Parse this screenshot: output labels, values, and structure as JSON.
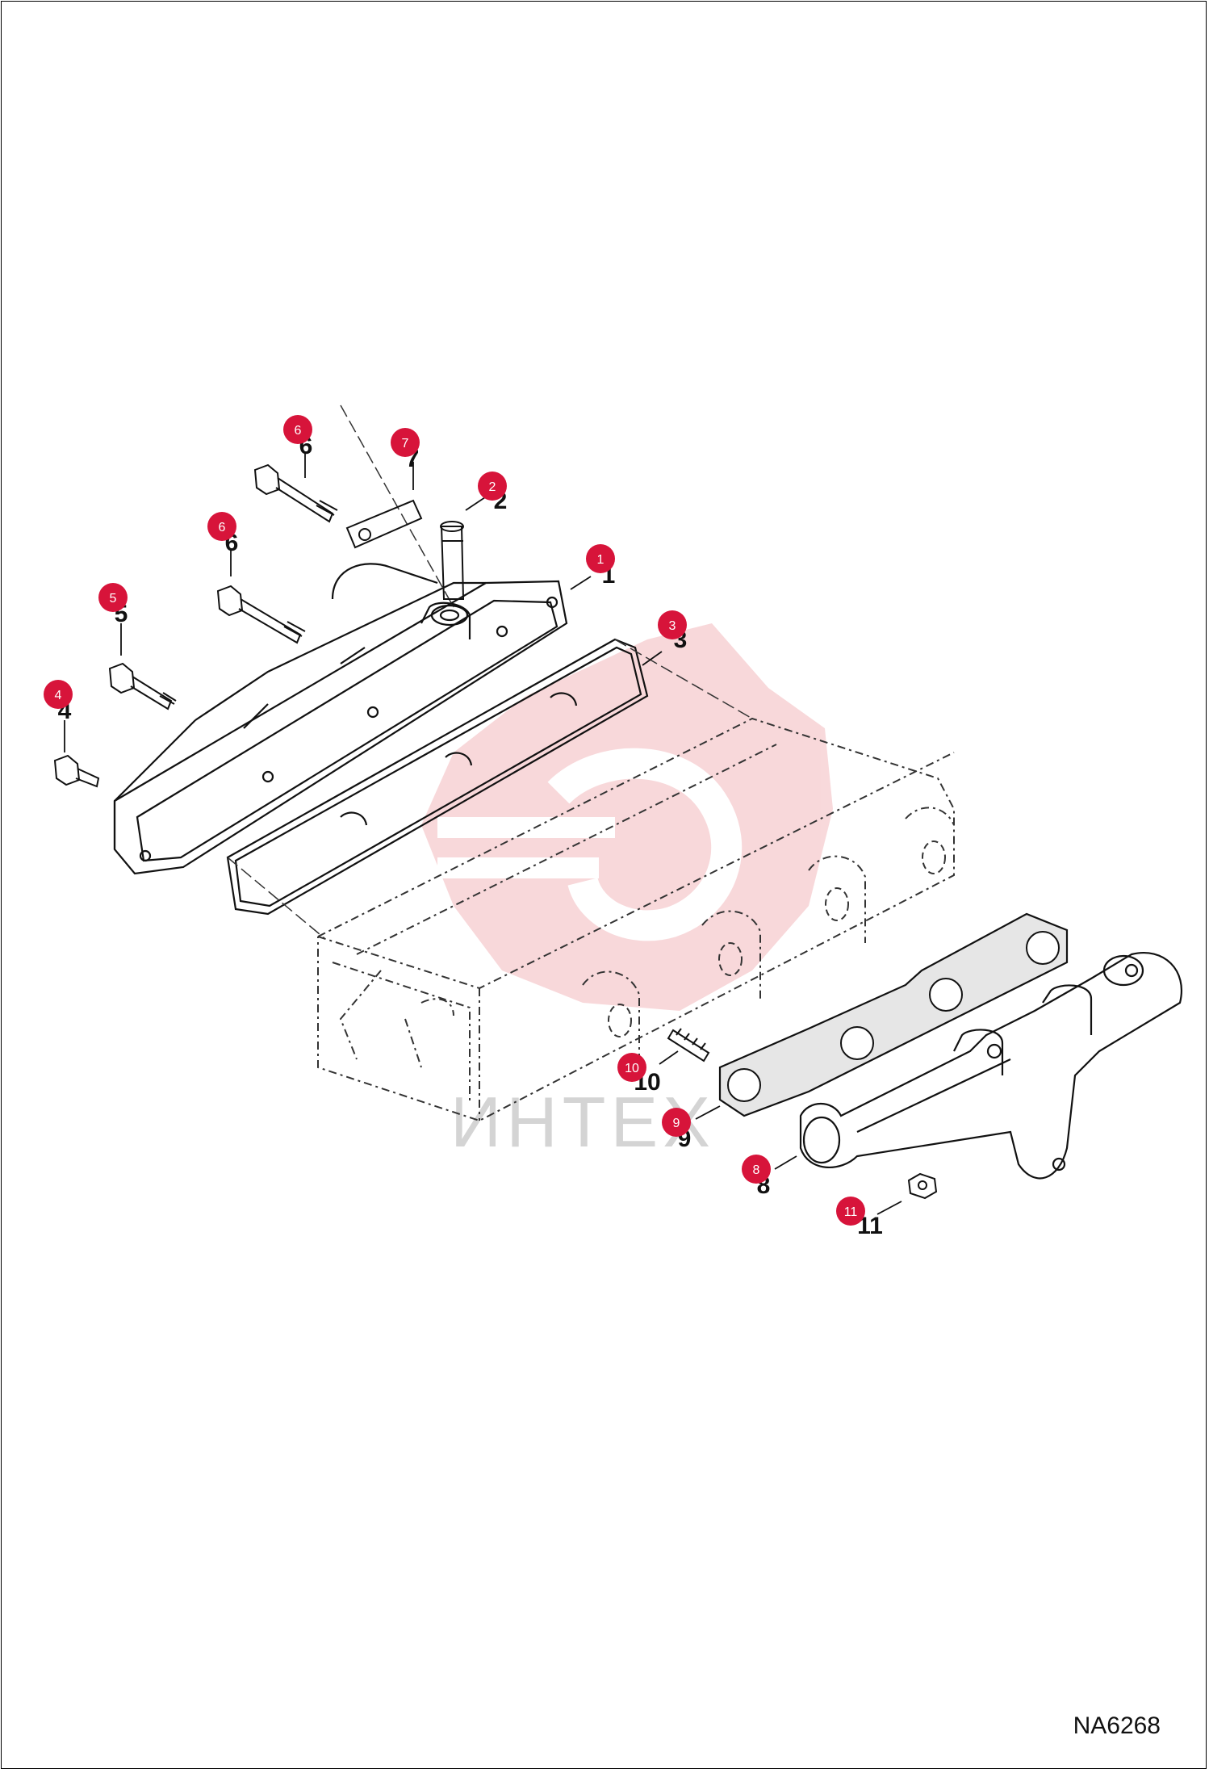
{
  "drawing_code": "NA6268",
  "watermark": {
    "text": "ИНТЕХ",
    "color": "#f3b9bd"
  },
  "callouts": [
    "6",
    "7",
    "2",
    "6",
    "1",
    "5",
    "3",
    "4",
    "10",
    "9",
    "8",
    "11"
  ],
  "callout_color": "#d7143a"
}
